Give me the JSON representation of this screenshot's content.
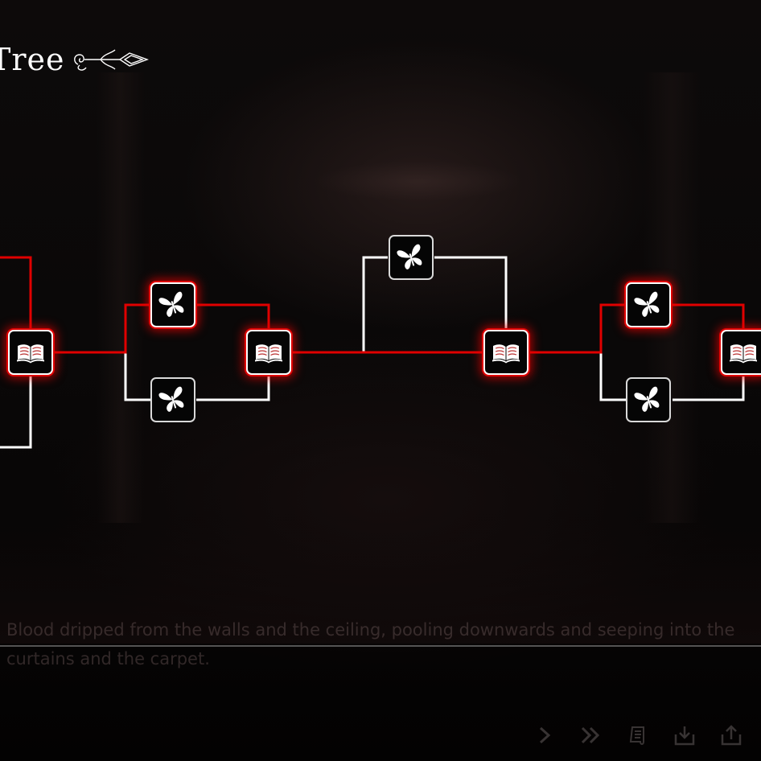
{
  "title": {
    "text": "Tree",
    "ornament_icon": "fleur-arrow-ornament-icon"
  },
  "colors": {
    "active_path": "#e00000",
    "inactive_path": "#ffffff",
    "node_fill": "#050505",
    "text_dim": "#6e5c5c"
  },
  "nodes": [
    {
      "id": "n1",
      "icon": "book-icon",
      "state": "active"
    },
    {
      "id": "n2",
      "icon": "butterfly-icon",
      "state": "active"
    },
    {
      "id": "n3",
      "icon": "butterfly-icon",
      "state": "inactive"
    },
    {
      "id": "n4",
      "icon": "book-icon",
      "state": "active"
    },
    {
      "id": "n5",
      "icon": "butterfly-icon",
      "state": "inactive"
    },
    {
      "id": "n6",
      "icon": "book-icon",
      "state": "active"
    },
    {
      "id": "n7",
      "icon": "butterfly-icon",
      "state": "active"
    },
    {
      "id": "n8",
      "icon": "butterfly-icon",
      "state": "inactive"
    },
    {
      "id": "n9",
      "icon": "book-icon",
      "state": "active"
    }
  ],
  "dialogue": {
    "line1": "Blood dripped from the walls and the ceiling, pooling downwards and seeping into the",
    "line2": "curtains and the carpet."
  },
  "controls": [
    {
      "id": "skip",
      "icon": "chevron-right-icon"
    },
    {
      "id": "fast-forward",
      "icon": "double-chevron-right-icon"
    },
    {
      "id": "log",
      "icon": "scroll-icon"
    },
    {
      "id": "save",
      "icon": "save-download-icon"
    },
    {
      "id": "load",
      "icon": "load-upload-icon"
    }
  ]
}
